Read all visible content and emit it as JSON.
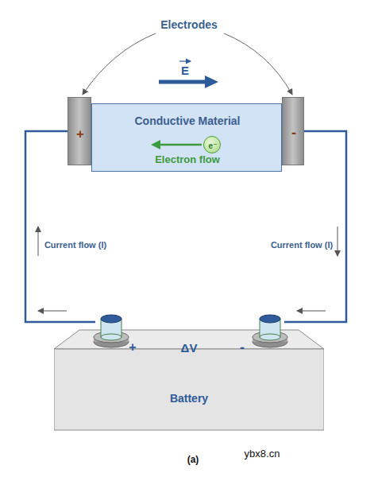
{
  "diagram": {
    "caption": "(a)",
    "nodes": [
      {
        "text": [
          "+"
        ]
      },
      {
        "text": [
          "Conductive Material",
          "Electron flow"
        ]
      },
      {
        "text": [
          "e⁻"
        ],
        "in": 1
      },
      {
        "text": [
          "-"
        ]
      },
      {
        "text": [
          "+",
          "ΔV",
          "-",
          "Battery"
        ]
      }
    ],
    "edges": [
      {
        "from": 0,
        "to": 4,
        "arrow": "none",
        "label": "Current flow (I)"
      },
      {
        "from": 3,
        "to": 4,
        "arrow": "none",
        "label": "Current flow (I)"
      }
    ],
    "labels": [
      "Electrodes",
      "E",
      "ybx8.cn"
    ]
  }
}
